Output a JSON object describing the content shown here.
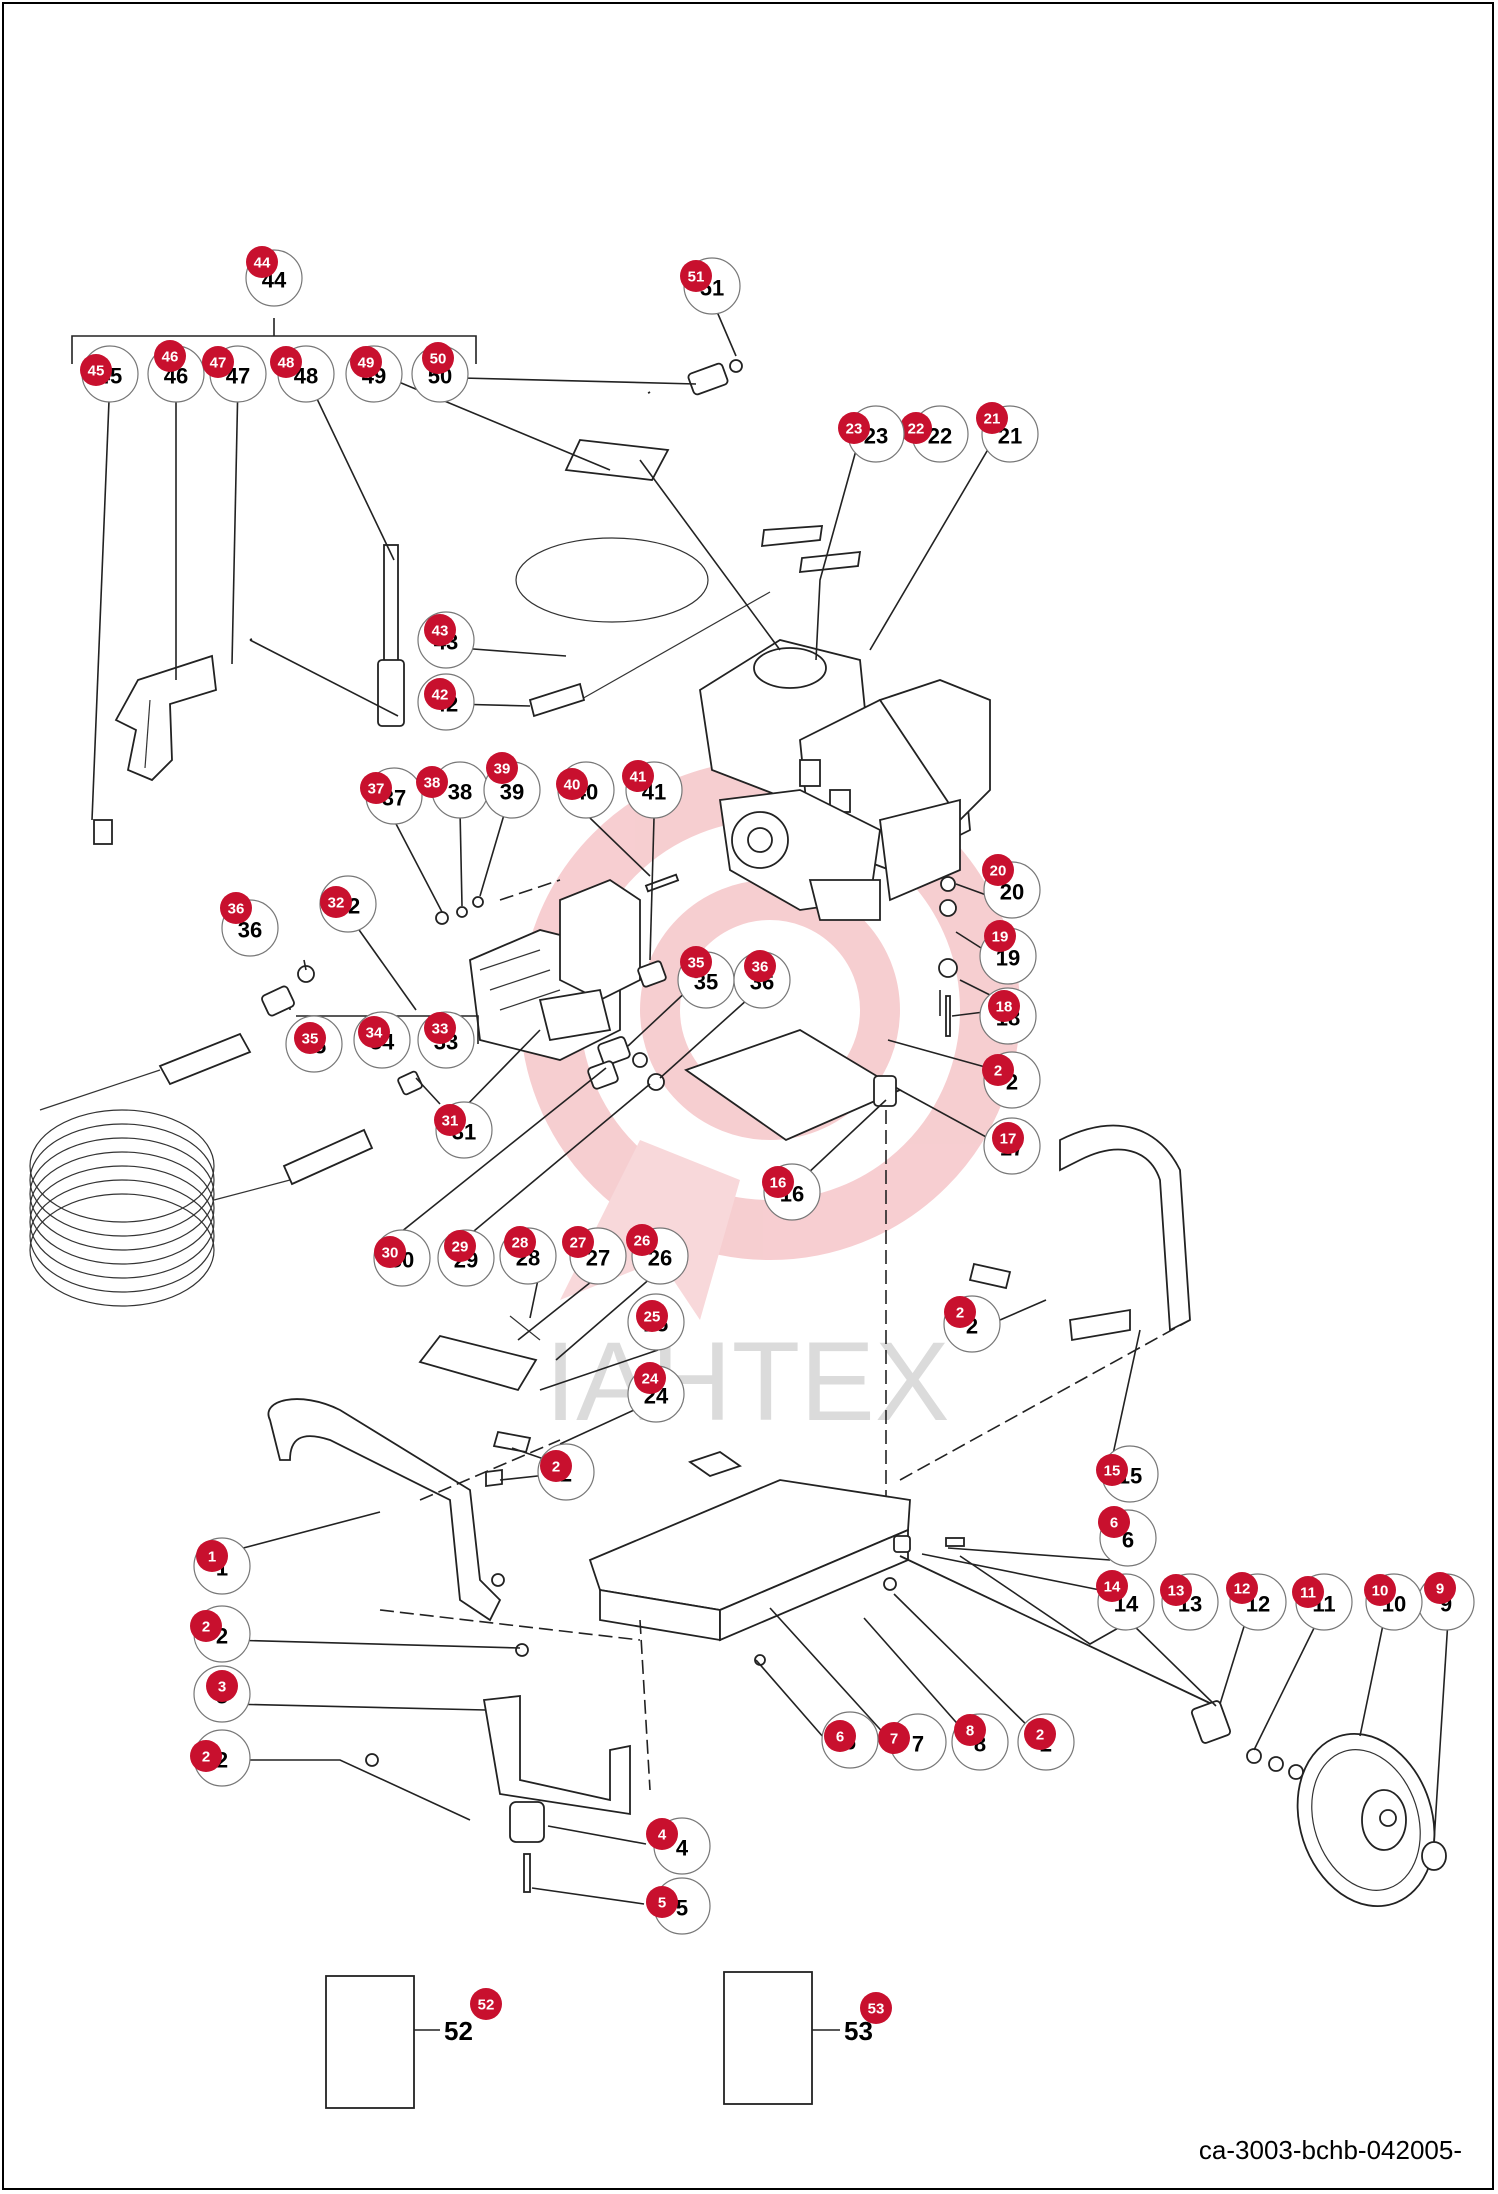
{
  "diagram": {
    "watermark_text": "IAHTEX",
    "footer_code": "ca-3003-bchb-042005-",
    "callouts": [
      {
        "id": "1",
        "label": "1"
      },
      {
        "id": "2",
        "label": "2"
      },
      {
        "id": "3",
        "label": "3"
      },
      {
        "id": "4",
        "label": "4"
      },
      {
        "id": "5",
        "label": "5"
      },
      {
        "id": "6",
        "label": "6"
      },
      {
        "id": "7",
        "label": "7"
      },
      {
        "id": "8",
        "label": "8"
      },
      {
        "id": "9",
        "label": "9"
      },
      {
        "id": "10",
        "label": "10"
      },
      {
        "id": "11",
        "label": "11"
      },
      {
        "id": "12",
        "label": "12"
      },
      {
        "id": "13",
        "label": "13"
      },
      {
        "id": "14",
        "label": "14"
      },
      {
        "id": "15",
        "label": "15"
      },
      {
        "id": "16",
        "label": "16"
      },
      {
        "id": "17",
        "label": "17"
      },
      {
        "id": "18",
        "label": "18"
      },
      {
        "id": "19",
        "label": "19"
      },
      {
        "id": "20",
        "label": "20"
      },
      {
        "id": "21",
        "label": "21"
      },
      {
        "id": "22",
        "label": "22"
      },
      {
        "id": "23",
        "label": "23"
      },
      {
        "id": "24",
        "label": "24"
      },
      {
        "id": "25",
        "label": "25"
      },
      {
        "id": "26",
        "label": "26"
      },
      {
        "id": "27",
        "label": "27"
      },
      {
        "id": "28",
        "label": "28"
      },
      {
        "id": "29",
        "label": "29"
      },
      {
        "id": "30",
        "label": "30"
      },
      {
        "id": "31",
        "label": "31"
      },
      {
        "id": "32",
        "label": "32"
      },
      {
        "id": "33",
        "label": "33"
      },
      {
        "id": "34",
        "label": "34"
      },
      {
        "id": "35",
        "label": "35"
      },
      {
        "id": "36",
        "label": "36"
      },
      {
        "id": "37",
        "label": "37"
      },
      {
        "id": "38",
        "label": "38"
      },
      {
        "id": "39",
        "label": "39"
      },
      {
        "id": "40",
        "label": "40"
      },
      {
        "id": "41",
        "label": "41"
      },
      {
        "id": "42",
        "label": "42"
      },
      {
        "id": "43",
        "label": "43"
      },
      {
        "id": "44",
        "label": "44"
      },
      {
        "id": "45",
        "label": "45"
      },
      {
        "id": "46",
        "label": "46"
      },
      {
        "id": "47",
        "label": "47"
      },
      {
        "id": "48",
        "label": "48"
      },
      {
        "id": "49",
        "label": "49"
      },
      {
        "id": "50",
        "label": "50"
      },
      {
        "id": "51",
        "label": "51"
      },
      {
        "id": "52",
        "label": "52"
      },
      {
        "id": "53",
        "label": "53"
      }
    ],
    "box_labels": [
      "52",
      "53"
    ]
  }
}
